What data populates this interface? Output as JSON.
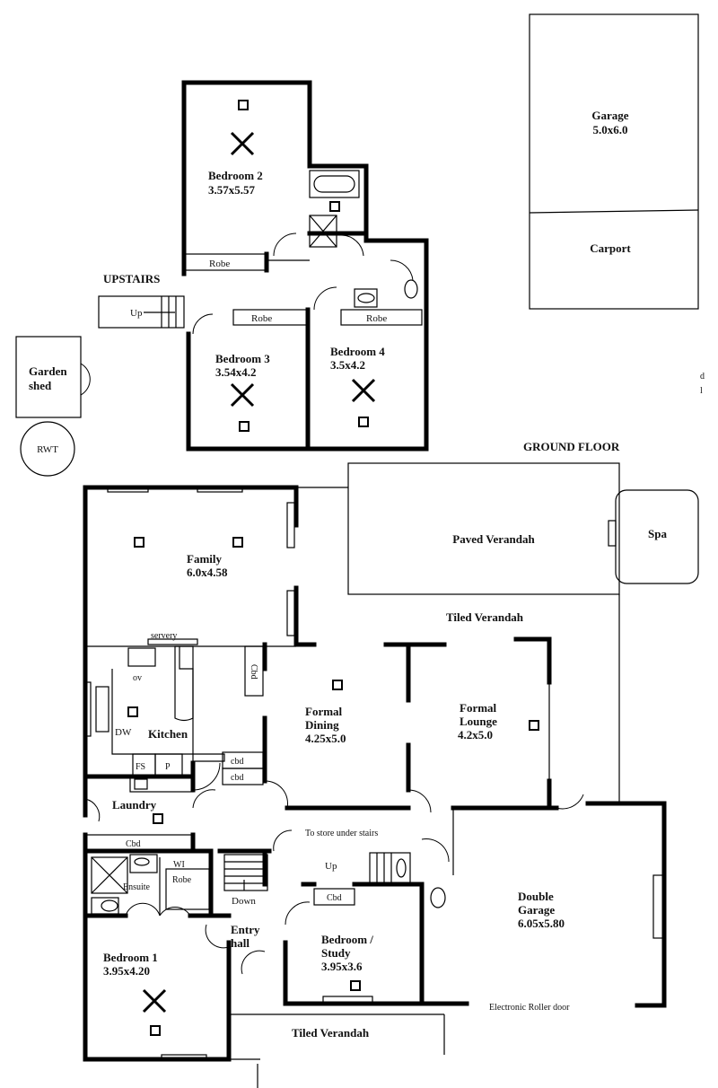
{
  "plan": {
    "upstairs_label": "UPSTAIRS",
    "ground_floor_label": "GROUND FLOOR",
    "edge_text": [
      "d",
      "l"
    ]
  },
  "rooms": {
    "garage": {
      "name": "Garage",
      "size": "5.0x6.0"
    },
    "carport": {
      "name": "Carport"
    },
    "bedroom2": {
      "name": "Bedroom 2",
      "size": "3.57x5.57"
    },
    "bedroom3": {
      "name": "Bedroom 3",
      "size": "3.54x4.2"
    },
    "bedroom4": {
      "name": "Bedroom 4",
      "size": "3.5x4.2"
    },
    "garden_shed": {
      "name_line1": "Garden",
      "name_line2": "shed"
    },
    "rwt": {
      "name": "RWT"
    },
    "paved_verandah": {
      "name": "Paved Verandah"
    },
    "spa": {
      "name": "Spa"
    },
    "tiled_verandah_top": {
      "name": "Tiled Verandah"
    },
    "family": {
      "name": "Family",
      "size": "6.0x4.58"
    },
    "kitchen": {
      "name": "Kitchen"
    },
    "formal_dining": {
      "name_line1": "Formal",
      "name_line2": "Dining",
      "size": "4.25x5.0"
    },
    "formal_lounge": {
      "name_line1": "Formal",
      "name_line2": "Lounge",
      "size": "4.2x5.0"
    },
    "laundry": {
      "name": "Laundry"
    },
    "double_garage": {
      "name_line1": "Double",
      "name_line2": "Garage",
      "size": "6.05x5.80"
    },
    "bedroom1": {
      "name": "Bedroom 1",
      "size": "3.95x4.20"
    },
    "bedroom_study": {
      "name_line1": "Bedroom /",
      "name_line2": "Study",
      "size": "3.95x3.6"
    },
    "entry_hall": {
      "name_line1": "Entry",
      "name_line2": "hall"
    },
    "tiled_verandah_bottom": {
      "name": "Tiled Verandah"
    },
    "ensuite": {
      "name": "Ensuite"
    }
  },
  "fixtures": {
    "robe": "Robe",
    "up": "Up",
    "down": "Down",
    "servery": "servery",
    "ov": "ov",
    "dw": "DW",
    "fs": "FS",
    "p": "P",
    "cbd_lower": "cbd",
    "cbd": "Cbd",
    "wi": "WI",
    "store_note": "To store under stairs",
    "roller_door": "Electronic Roller door"
  }
}
